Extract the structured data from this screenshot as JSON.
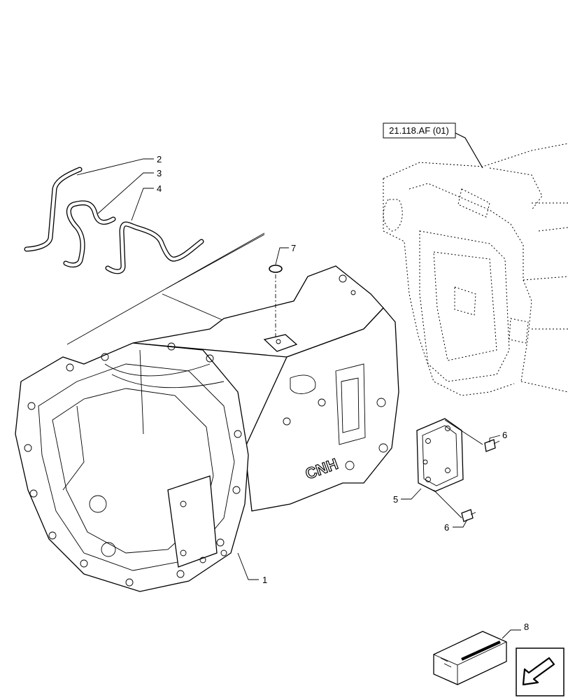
{
  "reference_label": "21.118.AF (01)",
  "brand_marking": "CNH",
  "callouts": [
    {
      "id": "c1",
      "text": "1"
    },
    {
      "id": "c2",
      "text": "2"
    },
    {
      "id": "c3",
      "text": "3"
    },
    {
      "id": "c4",
      "text": "4"
    },
    {
      "id": "c5",
      "text": "5"
    },
    {
      "id": "c6a",
      "text": "6"
    },
    {
      "id": "c6b",
      "text": "6"
    },
    {
      "id": "c7",
      "text": "7"
    },
    {
      "id": "c8",
      "text": "8"
    }
  ]
}
